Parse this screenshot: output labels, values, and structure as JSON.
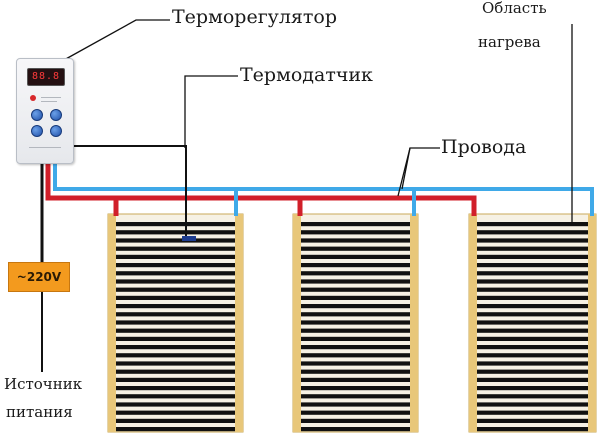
{
  "labels": {
    "thermostat": "Терморегулятор",
    "sensor": "Термодатчик",
    "wires": "Провода",
    "heating_area_line1": "Область",
    "heating_area_line2": "нагрева",
    "power_line1": "Источник",
    "power_line2": "питания"
  },
  "power_supply": {
    "label": "~220V"
  },
  "controller": {
    "display": "88.8"
  },
  "heating_film": {
    "panel_count": 3
  },
  "colors": {
    "live_wire": "#d11f2a",
    "neutral_wire": "#3fa9e8",
    "film_edge": "#e8c77a",
    "film_strip": "#111111",
    "power_box": "#f39a1e",
    "button": "#2e63c4"
  }
}
